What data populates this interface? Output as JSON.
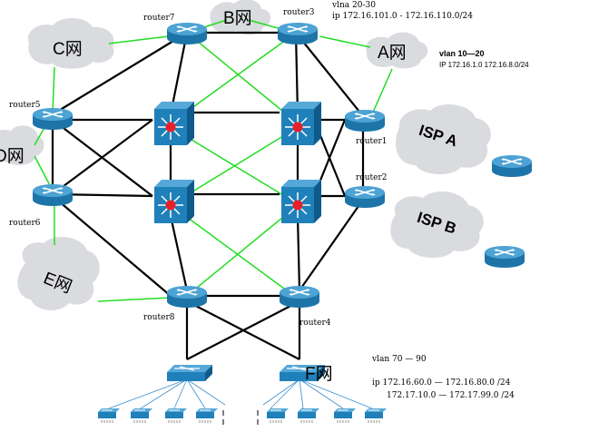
{
  "colors": {
    "black_link": "#000000",
    "green_link": "#22dd22",
    "router_body": "#1d74a8",
    "router_top": "#4da3d3",
    "switch_body": "#1f80ba",
    "core_dot": "#e8202a",
    "cloud_fill": "#d9dbde"
  },
  "router_labels": {
    "router7": "router7",
    "router3": "router3",
    "router5": "router5",
    "router6": "router6",
    "router1": "router1",
    "router2": "router2",
    "router8": "router8",
    "router4": "router4"
  },
  "cloud_labels": {
    "B": "B网",
    "C": "C网",
    "A": "A网",
    "D": "D网",
    "E": "E网",
    "F": "F网",
    "ISPA": "ISP A",
    "ISPB": "ISP B"
  },
  "annotations": {
    "r3_line1": "vlna 20-30",
    "r3_line2": "ip 172.16.101.0 - 172.16.110.0/24",
    "a_line1": "vlan 10—20",
    "a_line2": "IP  172.16.1.0  172.16.8.0/24",
    "f_line1": "vlan 70 — 90",
    "f_line2": "ip 172.16.60.0 — 172.16.80.0 /24",
    "f_line3": "172.17.10.0 — 172.17.99.0 /24"
  }
}
